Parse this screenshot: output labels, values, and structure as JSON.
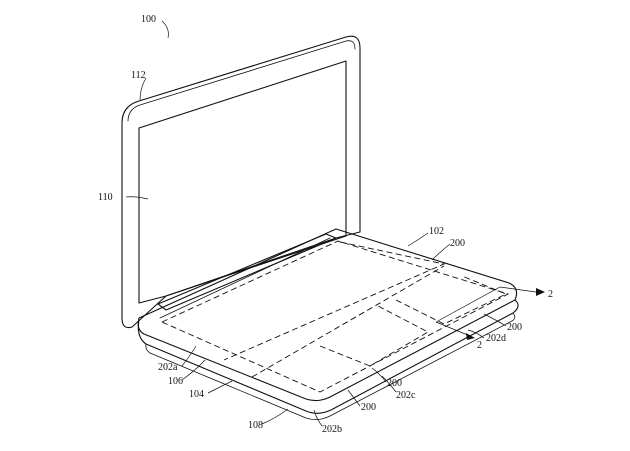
{
  "labels": {
    "fig": "100",
    "display_housing": "112",
    "display": "110",
    "top_case": "102",
    "region_top": "200",
    "region_right": "200",
    "region_front_mid": "200",
    "region_front_low": "200",
    "section_top": "2",
    "section_bottom": "2",
    "region_d": "202d",
    "region_a": "202a",
    "region_c": "202c",
    "region_b": "202b",
    "edge_106": "106",
    "edge_104": "104",
    "edge_108": "108"
  },
  "colors": {
    "line": "#111111",
    "background": "#ffffff"
  }
}
